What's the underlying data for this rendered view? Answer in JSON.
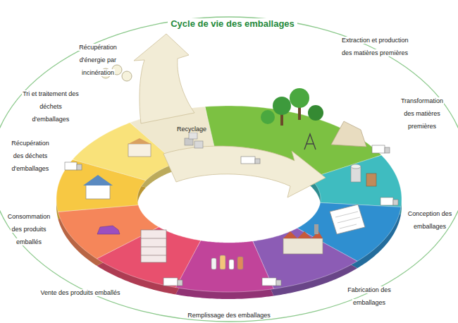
{
  "diagram": {
    "title": "Cycle de vie des emballages",
    "labels": [
      "Extraction et production des matières premières",
      "Transformation des matières premières",
      "Conception des emballages",
      "Fabrication des emballages",
      "Remplissage des emballages",
      "Vente des produits emballés",
      "Consommation des produits emballés",
      "Récupération des déchets d'emballages",
      "Tri et traitement des déchets d'emballages",
      "Récupération d'énergie par incinération",
      "Recyclage"
    ]
  }
}
